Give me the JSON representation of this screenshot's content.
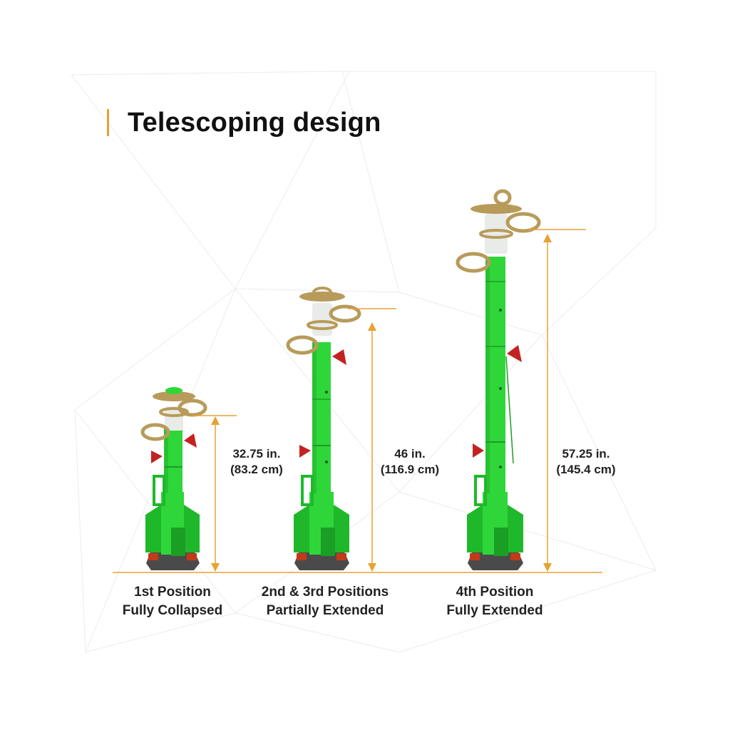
{
  "title": "Telescoping design",
  "colors": {
    "accent": "#e8a232",
    "post_green": "#2fd63a",
    "post_green_dark": "#1a9e24",
    "ring_gold": "#b89b5a",
    "knob_red": "#c42222",
    "base_dark": "#4a4a4a",
    "sleeve_white": "#e8ebe8"
  },
  "positions": [
    {
      "measure_in": "32.75 in.",
      "measure_cm": "(83.2 cm)",
      "caption_line1": "1st Position",
      "caption_line2": "Fully Collapsed",
      "height_in": 32.75
    },
    {
      "measure_in": "46 in.",
      "measure_cm": "(116.9 cm)",
      "caption_line1": "2nd & 3rd Positions",
      "caption_line2": "Partially Extended",
      "height_in": 46
    },
    {
      "measure_in": "57.25 in.",
      "measure_cm": "(145.4 cm)",
      "caption_line1": "4th Position",
      "caption_line2": "Fully Extended",
      "height_in": 57.25
    }
  ]
}
